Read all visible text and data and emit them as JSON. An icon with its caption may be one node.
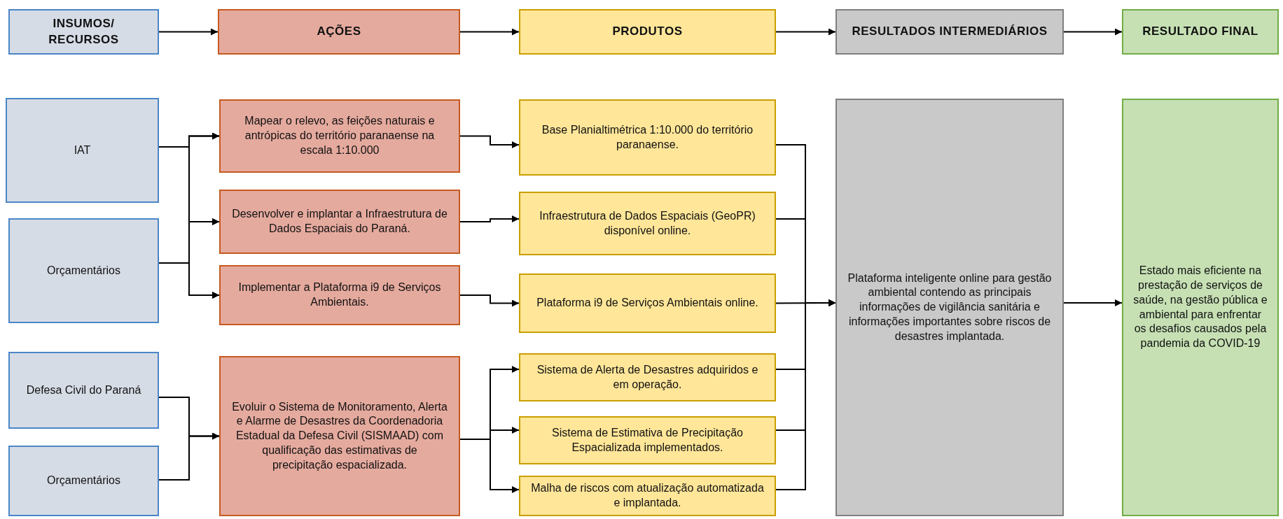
{
  "diagram": {
    "nodes": [
      {
        "text": [
          "INSUMOS/ RECURSOS"
        ]
      },
      {
        "text": [
          "AÇÕES"
        ]
      },
      {
        "text": [
          "PRODUTOS"
        ]
      },
      {
        "text": [
          "RESULTADOS INTERMEDIÁRIOS"
        ]
      },
      {
        "text": [
          "RESULTADO FINAL"
        ]
      },
      {
        "text": [
          "IAT"
        ]
      },
      {
        "text": [
          "Orçamentários"
        ]
      },
      {
        "text": [
          "Defesa Civil do Paraná"
        ]
      },
      {
        "text": [
          "Orçamentários"
        ]
      },
      {
        "text": [
          "Mapear o relevo, as feições naturais e antrópicas do território paranaense na escala 1:10.000"
        ]
      },
      {
        "text": [
          "Desenvolver e implantar a Infraestrutura de Dados Espaciais do Paraná."
        ]
      },
      {
        "text": [
          "Implementar a Plataforma i9 de Serviços Ambientais."
        ]
      },
      {
        "text": [
          "Evoluir o Sistema de Monitoramento, Alerta e Alarme de Desastres da Coordenadoria Estadual da Defesa Civil (SISMAAD) com qualificação das estimativas de precipitação espacializada."
        ]
      },
      {
        "text": [
          "Base Planialtimétrica 1:10.000 do território paranaense."
        ]
      },
      {
        "text": [
          "Infraestrutura de Dados Espaciais (GeoPR) disponível online."
        ]
      },
      {
        "text": [
          "Plataforma i9 de Serviços Ambientais online."
        ]
      },
      {
        "text": [
          "Sistema de Alerta de Desastres adquiridos e em operação."
        ]
      },
      {
        "text": [
          "Sistema de Estimativa de Precipitação Espacializada implementados."
        ]
      },
      {
        "text": [
          "Malha de riscos com atualização automatizada e implantada."
        ]
      },
      {
        "text": [
          "Plataforma inteligente online para gestão ambiental contendo as principais informações de vigilância sanitária e informações importantes sobre riscos de desastres implantada."
        ]
      },
      {
        "text": [
          "Estado mais eficiente na prestação de serviços de saúde, na gestão pública e ambiental para enfrentar os desafios causados pela pandemia da COVID-19"
        ]
      }
    ],
    "edges": [
      {
        "from": 0,
        "to": 1,
        "arrow": "to"
      },
      {
        "from": 1,
        "to": 2,
        "arrow": "to"
      },
      {
        "from": 2,
        "to": 3,
        "arrow": "to"
      },
      {
        "from": 3,
        "to": 4,
        "arrow": "to"
      },
      {
        "from": 5,
        "to": 9,
        "arrow": "to"
      },
      {
        "from": 5,
        "to": 10,
        "arrow": "to"
      },
      {
        "from": 5,
        "to": 11,
        "arrow": "to"
      },
      {
        "from": 6,
        "to": 9,
        "arrow": "to"
      },
      {
        "from": 6,
        "to": 10,
        "arrow": "to"
      },
      {
        "from": 6,
        "to": 11,
        "arrow": "to"
      },
      {
        "from": 7,
        "to": 12,
        "arrow": "to"
      },
      {
        "from": 8,
        "to": 12,
        "arrow": "to"
      },
      {
        "from": 9,
        "to": 13,
        "arrow": "to"
      },
      {
        "from": 10,
        "to": 14,
        "arrow": "to"
      },
      {
        "from": 11,
        "to": 15,
        "arrow": "to"
      },
      {
        "from": 12,
        "to": 16,
        "arrow": "to"
      },
      {
        "from": 12,
        "to": 17,
        "arrow": "to"
      },
      {
        "from": 12,
        "to": 18,
        "arrow": "to"
      },
      {
        "from": 13,
        "to": 19,
        "arrow": "to"
      },
      {
        "from": 14,
        "to": 19,
        "arrow": "to"
      },
      {
        "from": 15,
        "to": 19,
        "arrow": "to"
      },
      {
        "from": 16,
        "to": 19,
        "arrow": "to"
      },
      {
        "from": 17,
        "to": 19,
        "arrow": "to"
      },
      {
        "from": 18,
        "to": 19,
        "arrow": "to"
      },
      {
        "from": 19,
        "to": 20,
        "arrow": "to"
      }
    ]
  }
}
